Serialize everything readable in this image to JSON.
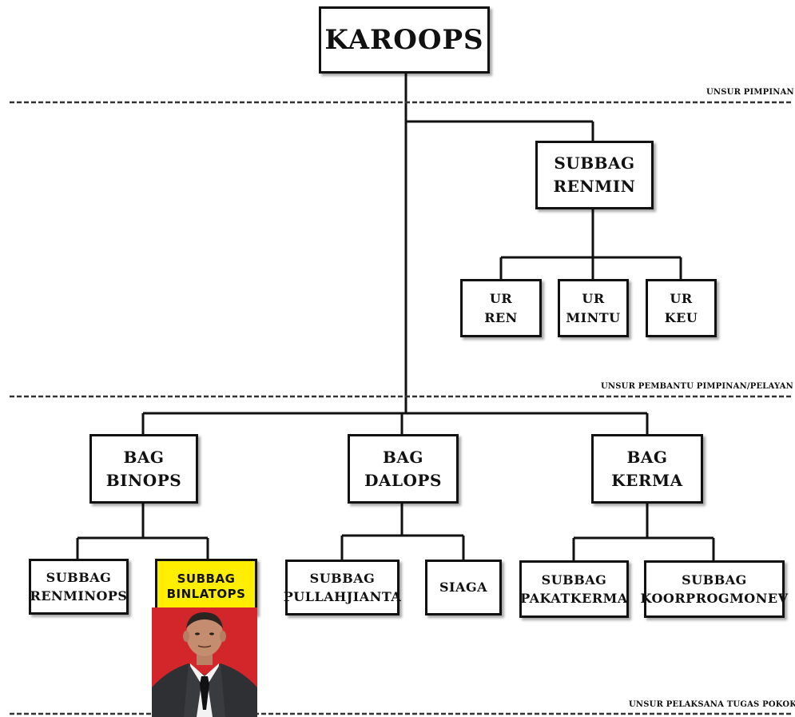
{
  "levels": {
    "pimpinan": "UNSUR PIMPINAN",
    "pembantu": "UNSUR  PEMBANTU PIMPINAN/PELAYAN",
    "pelaksana": "UNSUR PELAKSANA TUGAS POKOK"
  },
  "nodes": {
    "karoops": "KAROOPS",
    "subbag_renmin": [
      "SUBBAG",
      "RENMIN"
    ],
    "ur_ren": [
      "UR",
      "REN"
    ],
    "ur_mintu": [
      "UR",
      "MINTU"
    ],
    "ur_keu": [
      "UR",
      "KEU"
    ],
    "bag_binops": [
      "BAG",
      "BINOPS"
    ],
    "bag_dalops": [
      "BAG",
      "DALOPS"
    ],
    "bag_kerma": [
      "BAG",
      "KERMA"
    ],
    "subbag_renminops": [
      "SUBBAG",
      "RENMINOPS"
    ],
    "subbag_binlatops": [
      "SUBBAG",
      "BINLATOPS"
    ],
    "subbag_pullahjianta": [
      "SUBBAG",
      "PULLAHJIANTA"
    ],
    "siaga": "SIAGA",
    "subbag_pakatkerma": [
      "SUBBAG",
      "PAKATKERMA"
    ],
    "subbag_koorprogmonev": [
      "SUBBAG",
      "KOORPROGMONEV"
    ]
  },
  "colors": {
    "highlight": "#ffee00",
    "photo_bg": "#d3262a",
    "line": "#111111"
  }
}
